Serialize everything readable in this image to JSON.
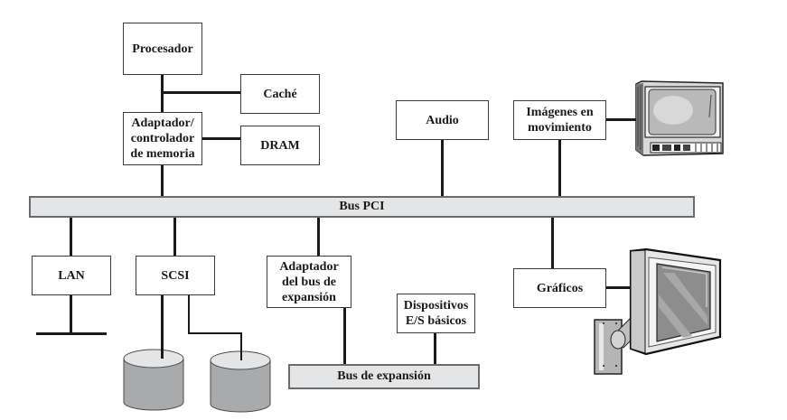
{
  "diagram": {
    "components": {
      "processor": "Procesador",
      "cache": "Caché",
      "memory_controller": "Adaptador/\ncontrolador\nde memoria",
      "dram": "DRAM",
      "audio": "Audio",
      "motion_video": "Imágenes en\nmovimiento",
      "lan": "LAN",
      "scsi": "SCSI",
      "expansion_bus_adapter": "Adaptador\ndel bus de\nexpansión",
      "basic_io": "Dispositivos\nE/S básicos",
      "graphics": "Gráficos"
    },
    "buses": {
      "pci": "Bus PCI",
      "expansion": "Bus de expansión"
    },
    "icons": {
      "tv": "crt-television-icon",
      "flat_monitor": "wall-mounted-flat-monitor-icon",
      "disk1": "disk-drive-icon",
      "disk2": "disk-drive-icon"
    },
    "colors": {
      "bus_fill": "#e4e5e6",
      "bus_border": "#6b6b6b",
      "disk_side": "#a9aaac",
      "disk_top": "#e4e5e6",
      "line": "#1a1a1a"
    }
  }
}
